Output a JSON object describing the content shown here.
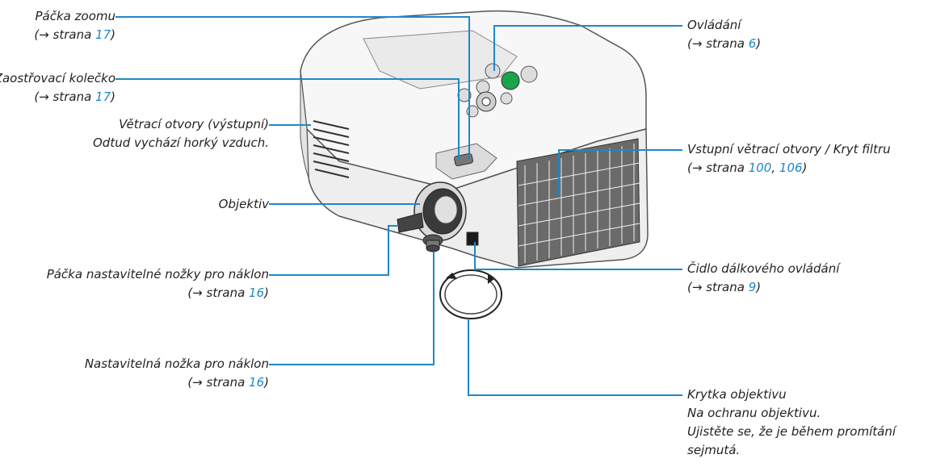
{
  "colors": {
    "leader_line": "#1e88c8",
    "page_link": "#1e88c8",
    "text": "#231f20"
  },
  "callouts": {
    "zoom_lever": {
      "title": "Páčka zoomu",
      "ref_prefix": "(→ strana ",
      "pages": [
        "17"
      ],
      "ref_suffix": ")"
    },
    "focus_ring": {
      "title": "Zaostřovací kolečko",
      "ref_prefix": "(→ strana ",
      "pages": [
        "17"
      ],
      "ref_suffix": ")"
    },
    "vent_out": {
      "line1": "Větrací otvory (výstupní)",
      "line2": "Odtud vychází horký vzduch."
    },
    "lens": {
      "title": "Objektiv"
    },
    "tilt_lever": {
      "title": "Páčka nastavitelné nožky pro náklon",
      "ref_prefix": "(→ strana ",
      "pages": [
        "16"
      ],
      "ref_suffix": ")"
    },
    "tilt_foot": {
      "title": "Nastavitelná nožka pro náklon",
      "ref_prefix": "(→ strana ",
      "pages": [
        "16"
      ],
      "ref_suffix": ")"
    },
    "controls": {
      "title": "Ovládání",
      "ref_prefix": "(→ strana ",
      "pages": [
        "6"
      ],
      "ref_suffix": ")"
    },
    "vent_in": {
      "title": "Vstupní větrací otvory / Kryt filtru",
      "ref_prefix": "(→ strana ",
      "pages": [
        "100",
        "106"
      ],
      "separator": ", ",
      "ref_suffix": ")"
    },
    "remote_sensor": {
      "title": "Čidlo dálkového ovládání",
      "ref_prefix": "(→ strana ",
      "pages": [
        "9"
      ],
      "ref_suffix": ")"
    },
    "lens_cap": {
      "line1": "Krytka objektivu",
      "line2": "Na ochranu objektivu.",
      "line3": "Ujistěte se, že je během promítání",
      "line4": "sejmutá."
    }
  }
}
